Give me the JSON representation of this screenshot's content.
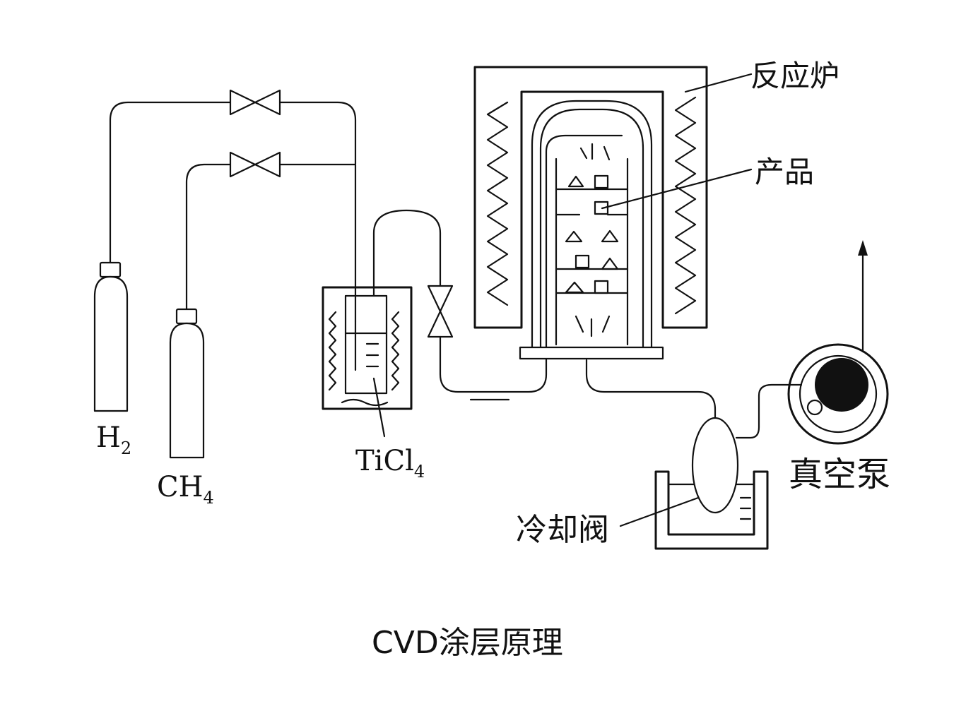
{
  "labels": {
    "h2": {
      "main": "H",
      "sub": "2"
    },
    "ch4": {
      "main": "CH",
      "sub": "4"
    },
    "ticl4": {
      "main": "TiCl",
      "sub": "4"
    },
    "reactor": "反应炉",
    "product": "产品",
    "vacuum_pump": "真空泵",
    "cooling_valve": "冷却阀"
  },
  "caption": "CVD涂层原理"
}
